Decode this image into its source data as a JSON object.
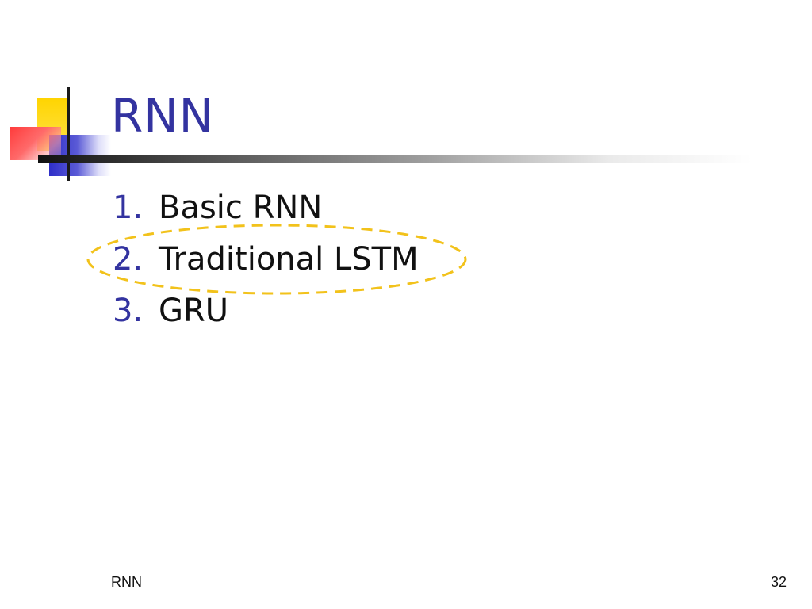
{
  "slide": {
    "title": "RNN",
    "items": [
      {
        "number": "1.",
        "text": "Basic RNN"
      },
      {
        "number": "2.",
        "text": "Traditional LSTM",
        "highlighted": true
      },
      {
        "number": "3.",
        "text": "GRU"
      }
    ],
    "footer_left": "RNN",
    "page_number": "32"
  },
  "colors": {
    "title": "#3333a0",
    "list_number": "#3333a0",
    "body_text": "#111111",
    "highlight_ellipse": "#f2c21b",
    "deco_yellow": "#ffd400",
    "deco_blue": "#2f2fc8",
    "deco_red": "#ff3b3b"
  }
}
